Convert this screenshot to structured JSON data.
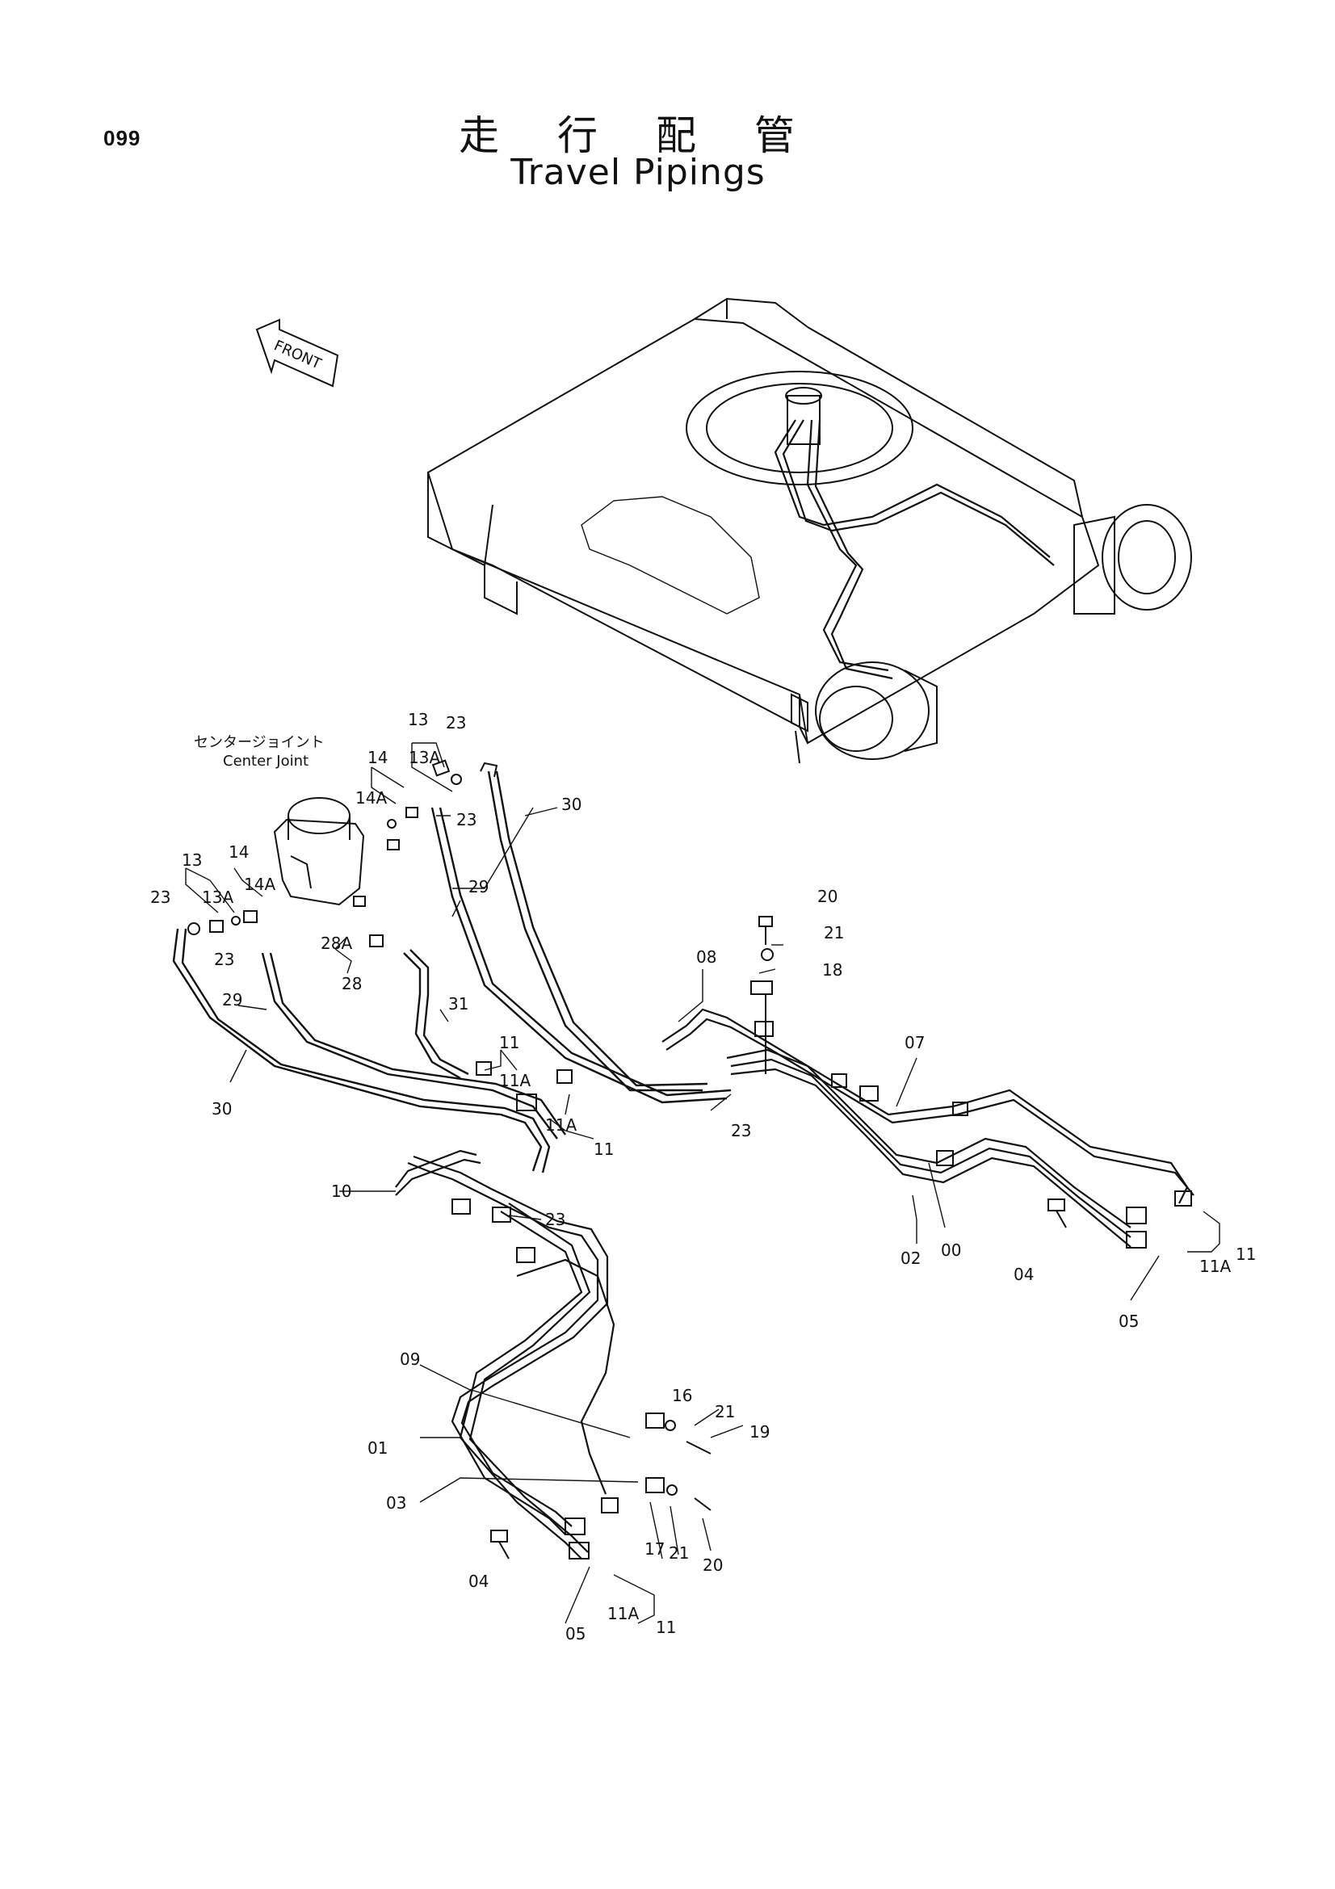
{
  "page": {
    "number": "099",
    "title_jp": "走 行 配 管",
    "title_en": "Travel Pipings"
  },
  "diagram": {
    "front_label": "FRONT",
    "center_joint_jp": "センタージョイント",
    "center_joint_en": "Center Joint",
    "callouts": [
      {
        "id": "c13a",
        "text": "13"
      },
      {
        "id": "c23a",
        "text": "23"
      },
      {
        "id": "c13Aa",
        "text": "13A"
      },
      {
        "id": "c14a",
        "text": "14"
      },
      {
        "id": "c14Aa",
        "text": "14A"
      },
      {
        "id": "c23b",
        "text": "23"
      },
      {
        "id": "c30a",
        "text": "30"
      },
      {
        "id": "c13b",
        "text": "13"
      },
      {
        "id": "c14b",
        "text": "14"
      },
      {
        "id": "c13Ab",
        "text": "13A"
      },
      {
        "id": "c14Ab",
        "text": "14A"
      },
      {
        "id": "c23c",
        "text": "23"
      },
      {
        "id": "c29a",
        "text": "29"
      },
      {
        "id": "c23d",
        "text": "23"
      },
      {
        "id": "c28A",
        "text": "28A"
      },
      {
        "id": "c28",
        "text": "28"
      },
      {
        "id": "c29b",
        "text": "29"
      },
      {
        "id": "c31",
        "text": "31"
      },
      {
        "id": "c20a",
        "text": "20"
      },
      {
        "id": "c21a",
        "text": "21"
      },
      {
        "id": "c08",
        "text": "08"
      },
      {
        "id": "c18",
        "text": "18"
      },
      {
        "id": "c07",
        "text": "07"
      },
      {
        "id": "c11a",
        "text": "11"
      },
      {
        "id": "c11Aa",
        "text": "11A"
      },
      {
        "id": "c11Ab",
        "text": "11A"
      },
      {
        "id": "c11b",
        "text": "11"
      },
      {
        "id": "c23e",
        "text": "23"
      },
      {
        "id": "c30b",
        "text": "30"
      },
      {
        "id": "c10",
        "text": "10"
      },
      {
        "id": "c23f",
        "text": "23"
      },
      {
        "id": "c02",
        "text": "02"
      },
      {
        "id": "c00",
        "text": "00"
      },
      {
        "id": "c04a",
        "text": "04"
      },
      {
        "id": "c11Ac",
        "text": "11A"
      },
      {
        "id": "c11c",
        "text": "11"
      },
      {
        "id": "c05a",
        "text": "05"
      },
      {
        "id": "c09",
        "text": "09"
      },
      {
        "id": "c16",
        "text": "16"
      },
      {
        "id": "c21b",
        "text": "21"
      },
      {
        "id": "c19",
        "text": "19"
      },
      {
        "id": "c01",
        "text": "01"
      },
      {
        "id": "c03",
        "text": "03"
      },
      {
        "id": "c17",
        "text": "17"
      },
      {
        "id": "c21c",
        "text": "21"
      },
      {
        "id": "c20b",
        "text": "20"
      },
      {
        "id": "c04b",
        "text": "04"
      },
      {
        "id": "c05b",
        "text": "05"
      },
      {
        "id": "c11Ad",
        "text": "11A"
      },
      {
        "id": "c11d",
        "text": "11"
      }
    ]
  }
}
